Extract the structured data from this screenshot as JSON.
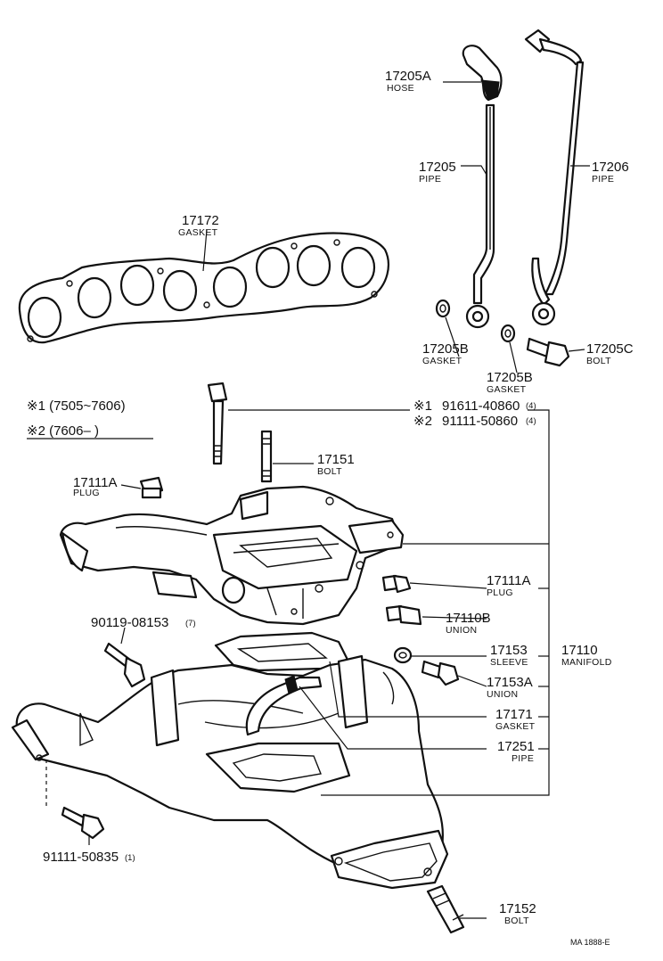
{
  "legend": {
    "note1": "※1  (7505~7606)",
    "note2": "※2  (7606–        )"
  },
  "labels": {
    "p17205A": {
      "num": "17205A",
      "sub": "HOSE"
    },
    "p17205": {
      "num": "17205",
      "sub": "PIPE"
    },
    "p17206": {
      "num": "17206",
      "sub": "PIPE"
    },
    "p17172": {
      "num": "17172",
      "sub": "GASKET"
    },
    "p17205B_1": {
      "num": "17205B",
      "sub": "GASKET"
    },
    "p17205B_2": {
      "num": "17205B",
      "sub": "GASKET"
    },
    "p17205C": {
      "num": "17205C",
      "sub": "BOLT"
    },
    "bolt1": {
      "mark": "※1",
      "num": "91611-40860",
      "qty": "(4)"
    },
    "bolt2": {
      "mark": "※2",
      "num": "91111-50860",
      "qty": "(4)"
    },
    "p17151": {
      "num": "17151",
      "sub": "BOLT"
    },
    "p17111A_1": {
      "num": "17111A",
      "sub": "PLUG"
    },
    "p17111A_2": {
      "num": "17111A",
      "sub": "PLUG"
    },
    "p17110B": {
      "num": "17110B",
      "sub": "UNION"
    },
    "p90119": {
      "num": "90119-08153",
      "qty": "(7)"
    },
    "p17153": {
      "num": "17153",
      "sub": "SLEEVE"
    },
    "p17110": {
      "num": "17110",
      "sub": "MANIFOLD"
    },
    "p17153A": {
      "num": "17153A",
      "sub": "UNION"
    },
    "p17171": {
      "num": "17171",
      "sub": "GASKET"
    },
    "p17251": {
      "num": "17251",
      "sub": "PIPE"
    },
    "p91111": {
      "num": "91111-50835",
      "qty": "(1)"
    },
    "p17152": {
      "num": "17152",
      "sub": "BOLT"
    }
  },
  "footer": {
    "code": "MA 1888-E"
  }
}
